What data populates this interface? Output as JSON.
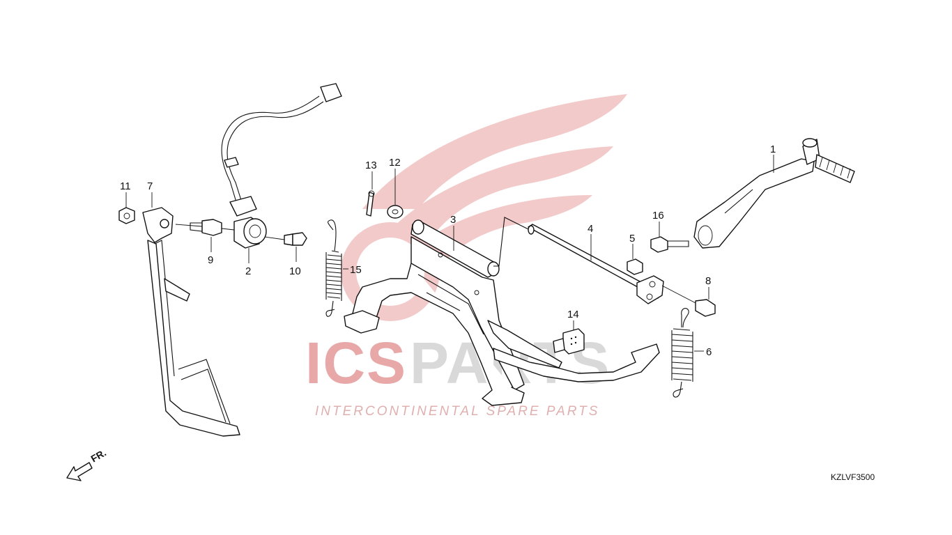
{
  "watermark": {
    "brand_red": "ICS",
    "brand_gray": "PARTS",
    "tagline": "INTERCONTINENTAL SPARE PARTS",
    "red_color": "#e9a8a8",
    "gray_color": "#d6d6d6"
  },
  "diagram": {
    "drawing_code": "KZLVF3500",
    "direction_label": "FR.",
    "callouts": {
      "c1": "1",
      "c2": "2",
      "c3": "3",
      "c4": "4",
      "c5": "5",
      "c6": "6",
      "c7": "7",
      "c8": "8",
      "c9": "9",
      "c10": "10",
      "c11": "11",
      "c12": "12",
      "c13": "13",
      "c14": "14",
      "c15": "15",
      "c16": "16"
    }
  }
}
